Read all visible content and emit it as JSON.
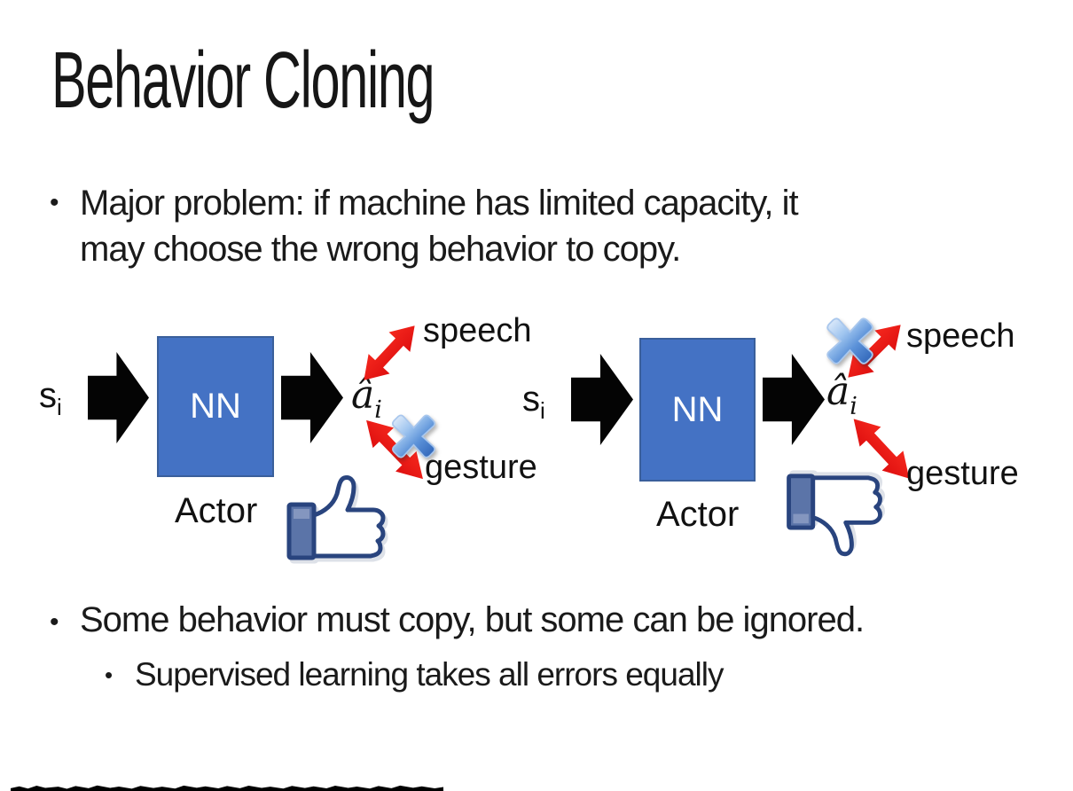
{
  "slide_title": "Behavior Cloning",
  "bullet_marker": "•",
  "bullets": {
    "major_problem_line1": "Major problem: if machine has limited capacity, it",
    "major_problem_line2": "may choose the wrong behavior to copy.",
    "some_behavior": "Some behavior must copy, but some can be ignored.",
    "supervised": "Supervised learning takes all errors equally"
  },
  "diagram_left": {
    "input": "s",
    "input_sub": "i",
    "nn": "NN",
    "output": "â",
    "output_sub": "i",
    "actor": "Actor",
    "speech": "speech",
    "gesture": "gesture",
    "crossed_out": "gesture",
    "feedback_icon": "thumbs-up"
  },
  "diagram_right": {
    "input": "s",
    "input_sub": "i",
    "nn": "NN",
    "output": "â",
    "output_sub": "i",
    "actor": "Actor",
    "speech": "speech",
    "gesture": "gesture",
    "crossed_out": "speech",
    "feedback_icon": "thumbs-down"
  },
  "colors": {
    "background": "#FFFFFF",
    "text": "#1A1A1A",
    "nn_box_fill": "#4472C4",
    "nn_box_border": "#3A5F9B",
    "block_arrow": "#040404",
    "red_arrow": "#E81111",
    "cross_blue_light": "#9EC4EF",
    "cross_blue_dark": "#2A5FB4",
    "thumb_outline": "#29447E",
    "thumb_cuff": "#5B74A8"
  }
}
